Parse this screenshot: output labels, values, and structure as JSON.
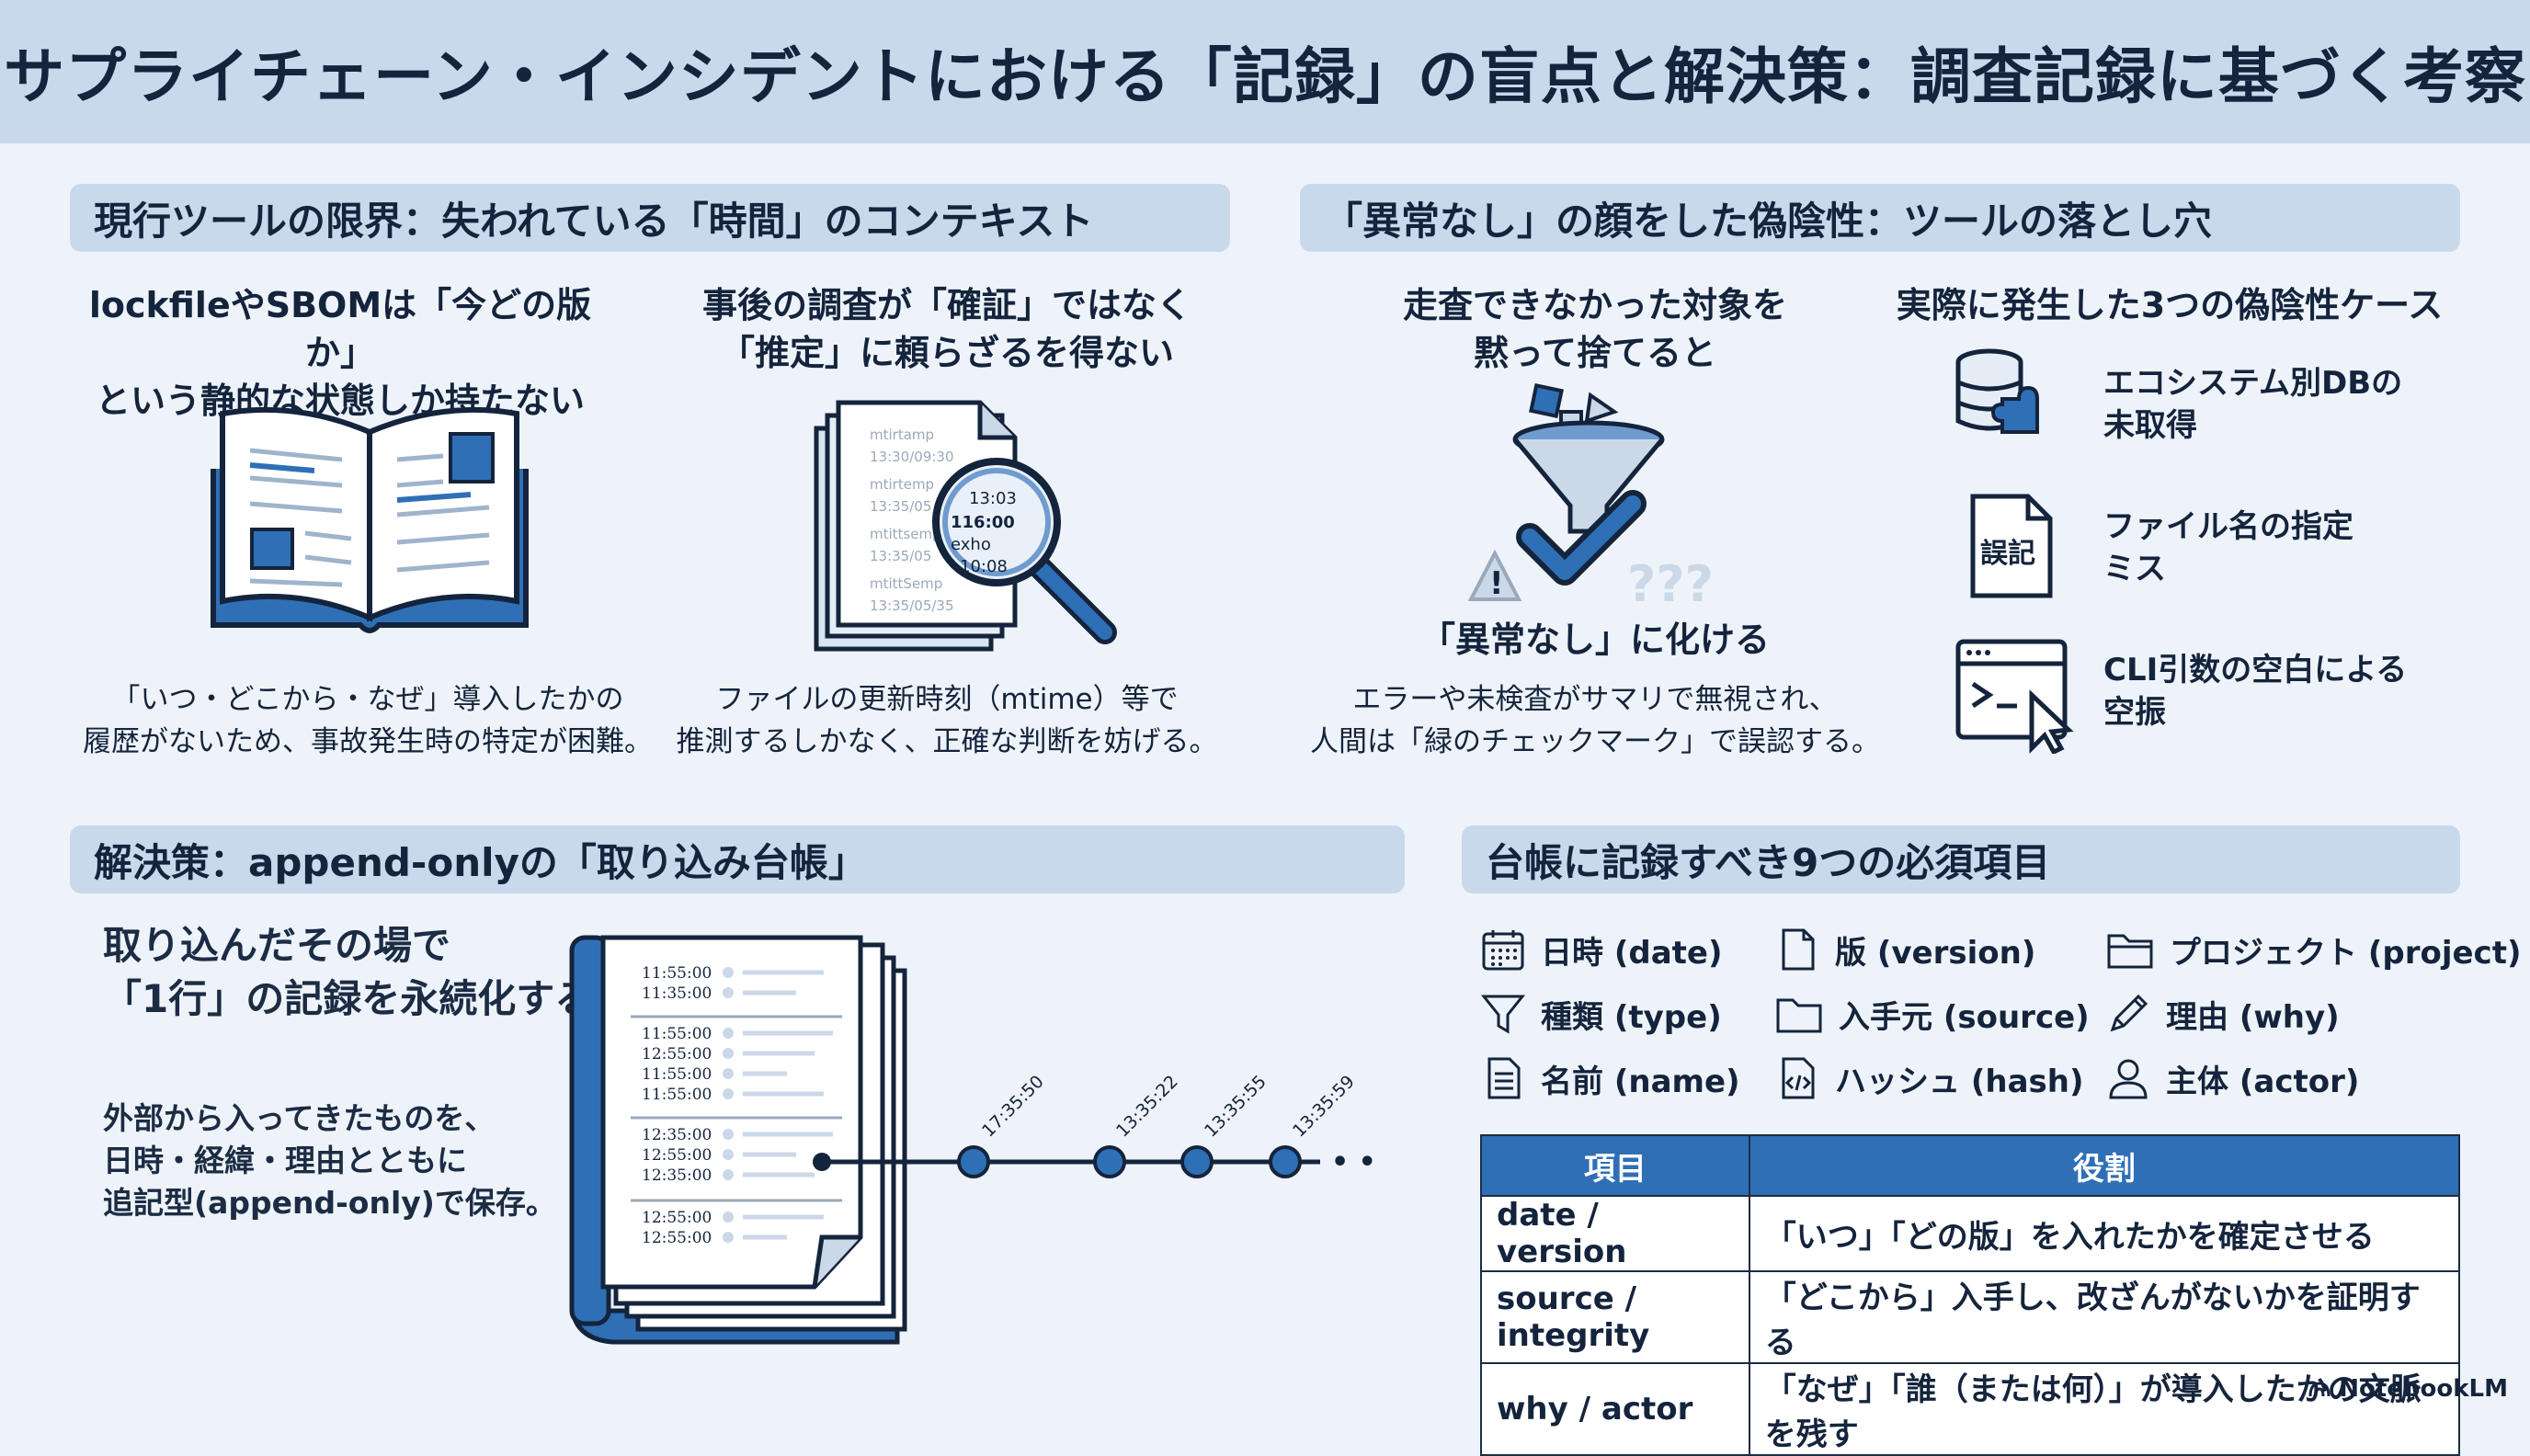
{
  "title": "サプライチェーン・インシデントにおける「記録」の盲点と解決策：調査記録に基づく考察",
  "sections": {
    "tools": {
      "heading": "現行ツールの限界：失われている「時間」のコンテキスト",
      "left": {
        "headline_1": "lockfileやSBOMは「今どの版か」",
        "headline_2": "という静的な状態しか持たない",
        "body_1": "「いつ・どこから・なぜ」導入したかの",
        "body_2": "履歴がないため、事故発生時の特定が困難。"
      },
      "right": {
        "headline_1": "事後の調査が「確証」ではなく",
        "headline_2": "「推定」に頼らざるを得ない",
        "body_1": "ファイルの更新時刻（mtime）等で",
        "body_2": "推測するしかなく、正確な判断を妨げる。",
        "doc_lines": [
          "mtirtamp",
          "13:30/09:30",
          "mtirtemp",
          "13:35/05",
          "mtittsemp",
          "13:35/05",
          "mtittSemp",
          "13:35/05/35"
        ],
        "lens_lines": [
          "13:03",
          "116:00",
          "exho",
          "10:08"
        ]
      }
    },
    "false_negative": {
      "heading": "「異常なし」の顔をした偽陰性：ツールの落とし穴",
      "left": {
        "headline_1": "走査できなかった対象を",
        "headline_2": "黙って捨てると",
        "result": "「異常なし」に化ける",
        "body_1": "エラーや未検査がサマリで無視され、",
        "body_2": "人間は「緑のチェックマーク」で誤認する。",
        "qmarks": "???"
      },
      "right": {
        "headline": "実際に発生した3つの偽陰性ケース",
        "cases": [
          {
            "line_1": "エコシステム別DBの",
            "line_2": "未取得",
            "icon": "database-puzzle-icon"
          },
          {
            "line_1": "ファイル名の指定",
            "line_2": "ミス",
            "icon": "document-icon",
            "icon_text": "誤記"
          },
          {
            "line_1": "CLI引数の空白による",
            "line_2": "空振",
            "icon": "terminal-icon"
          }
        ]
      }
    },
    "solution": {
      "heading": "解決策：append-onlyの「取り込み台帳」",
      "headline_1": "取り込んだその場で",
      "headline_2": "「1行」の記録を永続化する",
      "body_1": "外部から入ってきたものを、",
      "body_2": "日時・経緯・理由とともに",
      "body_3": "追記型(append-only)で保存。",
      "ledger_rows": [
        "11:55:00",
        "11:35:00",
        "11:55:00",
        "12:55:00",
        "11:55:00",
        "11:55:00",
        "12:35:00",
        "12:55:00",
        "12:35:00",
        "12:55:00",
        "12:55:00"
      ],
      "timeline": [
        "17:35:50",
        "13:35:22",
        "13:35:55",
        "13:35:59"
      ],
      "ellipsis": "• •"
    },
    "fields": {
      "heading": "台帳に記録すべき9つの必須項目",
      "items": [
        {
          "label": "日時 (date)",
          "icon": "calendar-icon"
        },
        {
          "label": "版 (version)",
          "icon": "file-icon"
        },
        {
          "label": "プロジェクト (project)",
          "icon": "folder-icon"
        },
        {
          "label": "種類 (type)",
          "icon": "funnel-icon"
        },
        {
          "label": "入手元 (source)",
          "icon": "folder-icon"
        },
        {
          "label": "理由 (why)",
          "icon": "pencil-icon"
        },
        {
          "label": "名前 (name)",
          "icon": "document-lines-icon"
        },
        {
          "label": "ハッシュ (hash)",
          "icon": "code-file-icon"
        },
        {
          "label": "主体 (actor)",
          "icon": "person-icon"
        }
      ],
      "table": {
        "headers": [
          "項目",
          "役割"
        ],
        "rows": [
          [
            "date / version",
            "「いつ」「どの版」を入れたかを確定させる"
          ],
          [
            "source / integrity",
            "「どこから」入手し、改ざんがないかを証明する"
          ],
          [
            "why / actor",
            "「なぜ」「誰（または何）」が導入したかの文脈を残す"
          ]
        ]
      }
    }
  },
  "brand": "NotebookLM",
  "colors": {
    "accent": "#2f6fb6",
    "header_band": "#c9d9ec",
    "background": "#eef3fa",
    "text": "#14243c"
  }
}
